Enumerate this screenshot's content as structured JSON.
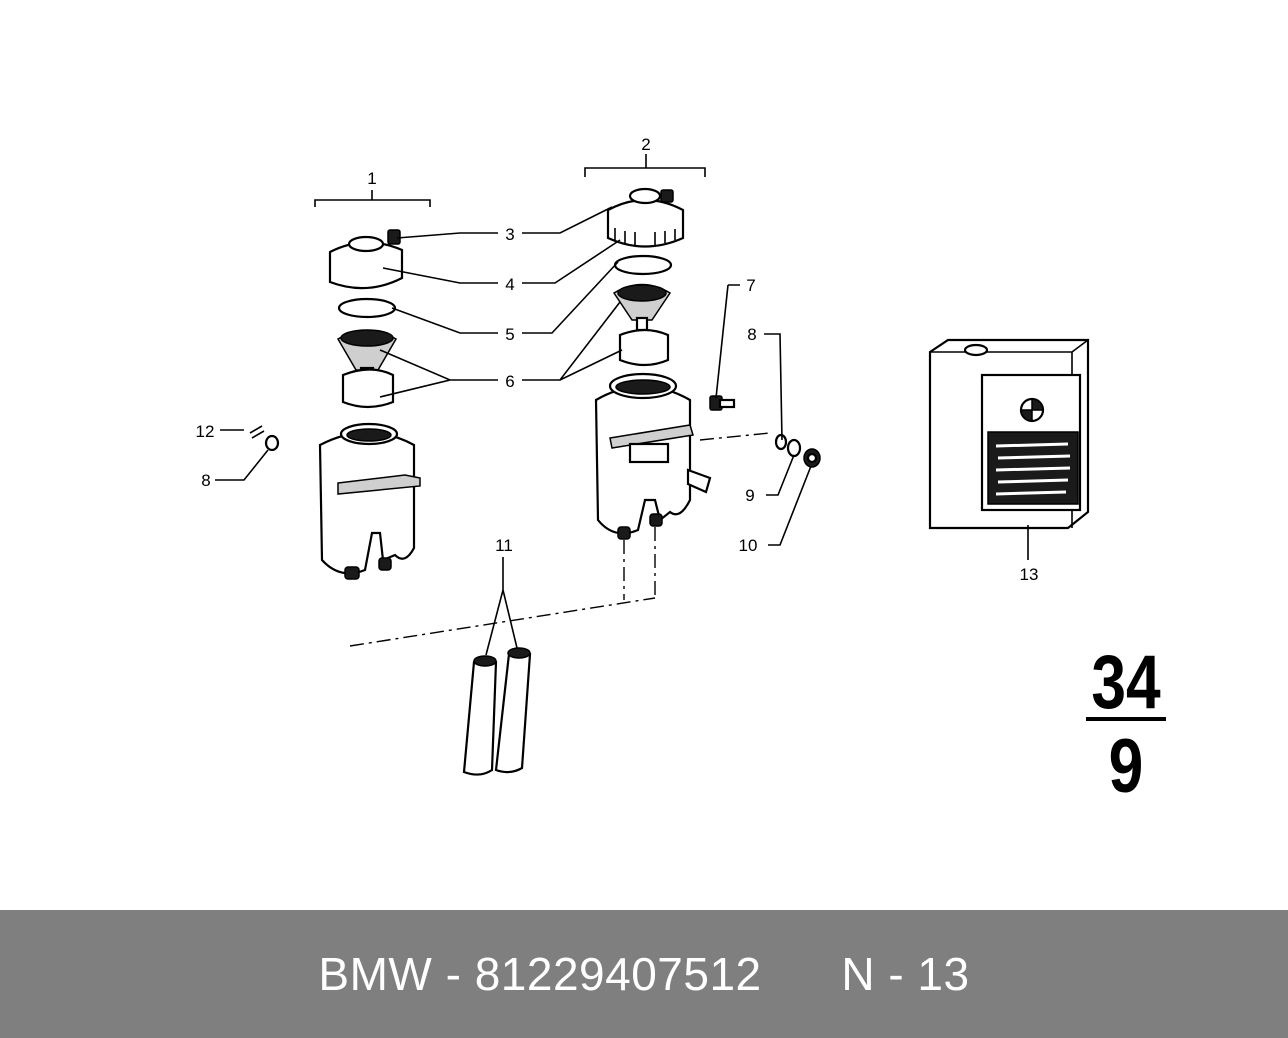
{
  "diagram": {
    "callouts": {
      "c1": "1",
      "c2": "2",
      "c3": "3",
      "c4": "4",
      "c5": "5",
      "c6": "6",
      "c7": "7",
      "c8a": "8",
      "c8b": "8",
      "c9": "9",
      "c10": "10",
      "c11": "11",
      "c12": "12",
      "c13": "13"
    },
    "group_number": {
      "top": "34",
      "bottom": "9"
    }
  },
  "footer": {
    "brand": "BMW",
    "separator": " - ",
    "part_number": "81229407512",
    "position": "N - 13"
  },
  "colors": {
    "footer_bg": "#7f7f7f",
    "footer_text": "#ffffff",
    "line": "#000000"
  }
}
